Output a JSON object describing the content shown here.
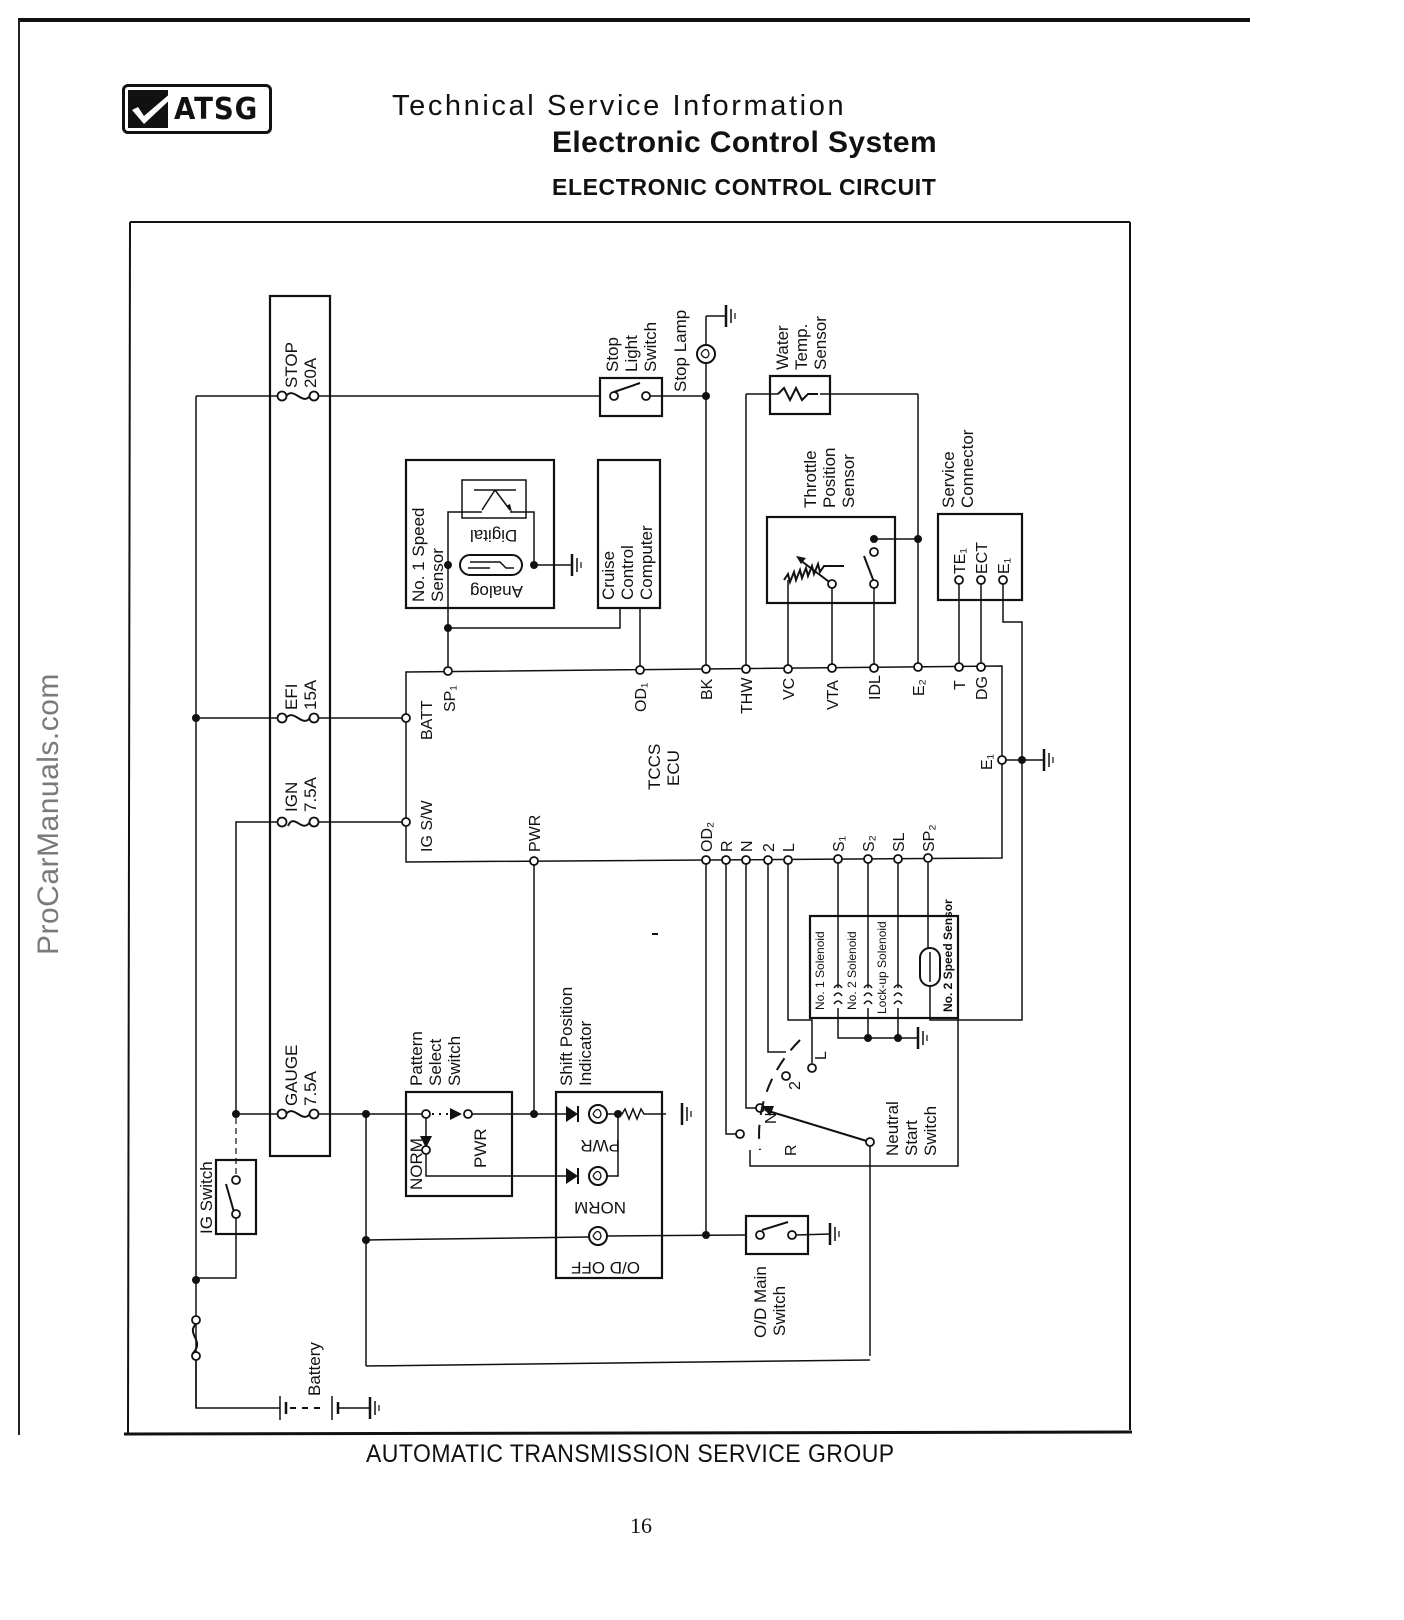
{
  "header": {
    "logo_text": "ATSG",
    "line1": "Technical Service Information",
    "line2": "Electronic Control System",
    "line3": "ELECTRONIC CONTROL CIRCUIT"
  },
  "watermark": "ProCarManuals.com",
  "footer": {
    "org": "AUTOMATIC TRANSMISSION SERVICE GROUP",
    "page_number": "16"
  },
  "diagram": {
    "fuse_block": {
      "stop": {
        "name": "STOP",
        "rating": "20A"
      },
      "efi": {
        "name": "EFI",
        "rating": "15A"
      },
      "ign": {
        "name": "IGN",
        "rating": "7.5A"
      },
      "gauge": {
        "name": "GAUGE",
        "rating": "7.5A"
      }
    },
    "components": {
      "stop_light_switch": [
        "Stop",
        "Light",
        "Switch"
      ],
      "stop_lamp": "Stop Lamp",
      "water_temp_sensor": [
        "Water",
        "Temp.",
        "Sensor"
      ],
      "throttle_position_sensor": [
        "Throttle",
        "Position",
        "Sensor"
      ],
      "service_connector": [
        "Service",
        "Connector"
      ],
      "service_connector_pins": [
        "TE₁",
        "ECT",
        "E₁"
      ],
      "speed_sensor_1": [
        "No. 1 Speed",
        "Sensor"
      ],
      "speed_sensor_digital": "Digital",
      "speed_sensor_analog": "Analog",
      "cruise_control": [
        "Cruise",
        "Control",
        "Computer"
      ],
      "ecu": [
        "TCCS",
        "ECU"
      ],
      "no1_solenoid": "No. 1 Solenoid",
      "no2_solenoid": "No. 2 Solenoid",
      "lockup_solenoid": "Lock-up Solenoid",
      "speed_sensor_2": "No. 2 Speed Sensor",
      "neutral_start_switch": [
        "Neutral",
        "Start",
        "Switch"
      ],
      "nss_positions": [
        "R",
        "N",
        "2",
        "L"
      ],
      "pattern_select_switch": [
        "Pattern",
        "Select",
        "Switch"
      ],
      "pattern_norm": "NORM",
      "pattern_pwr": "PWR",
      "shift_position_indicator": [
        "Shift Position",
        "Indicator"
      ],
      "spi_pwr": "PWR",
      "spi_norm": "NORM",
      "spi_od_off": "O/D OFF",
      "od_main_switch": [
        "O/D Main",
        "Switch"
      ],
      "ig_switch": "IG Switch",
      "battery": "Battery"
    },
    "ecu_pins": {
      "left": [
        "BATT",
        "IG S/W"
      ],
      "top": [
        "SP₁",
        "OD₁",
        "BK",
        "THW",
        "VC",
        "VTA",
        "IDL",
        "E₂",
        "T",
        "DG"
      ],
      "right": [
        "E₁"
      ],
      "bottom": [
        "PWR",
        "OD₂",
        "R",
        "N",
        "2",
        "L",
        "S₁",
        "S₂",
        "SL",
        "SP₂"
      ]
    }
  }
}
